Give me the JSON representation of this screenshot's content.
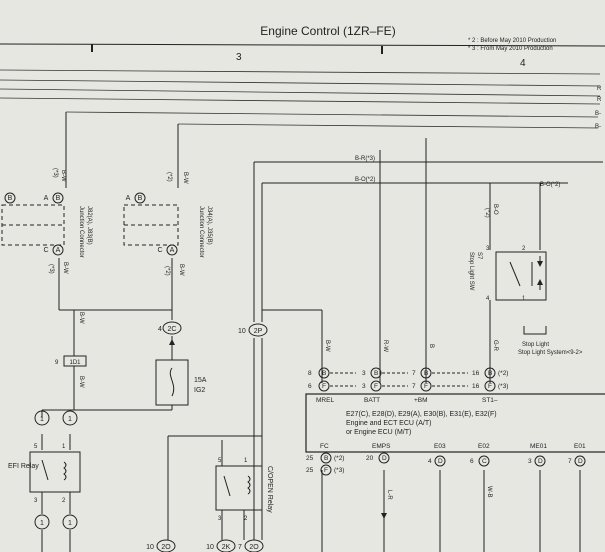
{
  "header": {
    "title": "Engine Control (1ZR–FE)",
    "notes": [
      "* 2 : Before May 2010 Production",
      "* 3 : From May 2010 Production"
    ],
    "columns": [
      "3",
      "4"
    ]
  },
  "edge_labels": [
    "R",
    "R",
    "B-",
    "B-"
  ],
  "wires": {
    "bw": "B-W",
    "br3": "B-R(*3)",
    "bo2": "B-O(*2)",
    "bo2b": "B-O(*2)",
    "bw_mrel": "B-W",
    "rw": "R-W",
    "b": "B",
    "bo": "B-O",
    "gr": "G-R",
    "lr": "L-R",
    "wb": "W-B",
    "s2": "(*2)",
    "s3": "(*3)"
  },
  "junction_connectors": [
    {
      "name": "J82(A), J83(B)",
      "sub": "Junction Connector",
      "pins": [
        "A",
        "B",
        "C",
        "A"
      ]
    },
    {
      "name": "J34(A), J35(B)",
      "sub": "Junction Connector",
      "pins": [
        "A",
        "B",
        "C",
        "A"
      ]
    }
  ],
  "connectors": {
    "c2c": "2C",
    "c2p": "2P",
    "c1d1": "1D1",
    "c1d1_pin": "9",
    "c2c_pin": "4",
    "c2p_pin": "10",
    "c1": "1",
    "c2o": "2O",
    "c2k": "2K",
    "c2o_pin": "10",
    "c2k_pin": "10",
    "c2o2_pin": "7"
  },
  "fuse": {
    "rating": "15A",
    "name": "IG2"
  },
  "relays": {
    "efi": "EFI Relay",
    "copen": "C/OPEN Relay",
    "pins": [
      "5",
      "3",
      "2",
      "1",
      "5",
      "3",
      "2",
      "1"
    ]
  },
  "stop_light": {
    "title": "S7",
    "name": "Stop Light SW",
    "pins": [
      "3",
      "2",
      "4",
      "1"
    ],
    "system": "Stop Light System<9-2>"
  },
  "ecu": {
    "name_lines": [
      "E27(C), E28(D), E29(A), E30(B), E31(E), E32(F)",
      "Engine and ECT ECU (A/T)",
      "or Engine ECU (M/T)"
    ],
    "top_pins": [
      {
        "num": "8",
        "conn": "B",
        "label": "MREL"
      },
      {
        "num": "6",
        "conn": "F",
        "label": ""
      },
      {
        "num": "3",
        "conn": "B",
        "label": "BATT"
      },
      {
        "num": "3",
        "conn": "F",
        "label": ""
      },
      {
        "num": "7",
        "conn": "B",
        "label": "+BM"
      },
      {
        "num": "7",
        "conn": "F",
        "label": ""
      },
      {
        "num": "16",
        "conn": "B",
        "label": "ST1–",
        "suffix": "(*2)"
      },
      {
        "num": "16",
        "conn": "F",
        "label": "",
        "suffix": "(*3)"
      }
    ],
    "bottom_pins": [
      {
        "num": "25",
        "conn": "B",
        "label": "FC",
        "suffix": "(*2)"
      },
      {
        "num": "25",
        "conn": "F",
        "label": "",
        "suffix": "(*3)"
      },
      {
        "num": "20",
        "conn": "D",
        "label": "EMPS"
      },
      {
        "num": "4",
        "conn": "D",
        "label": "E03"
      },
      {
        "num": "6",
        "conn": "C",
        "label": "E02"
      },
      {
        "num": "3",
        "conn": "D",
        "label": "ME01"
      },
      {
        "num": "7",
        "conn": "D",
        "label": "E01"
      }
    ]
  }
}
